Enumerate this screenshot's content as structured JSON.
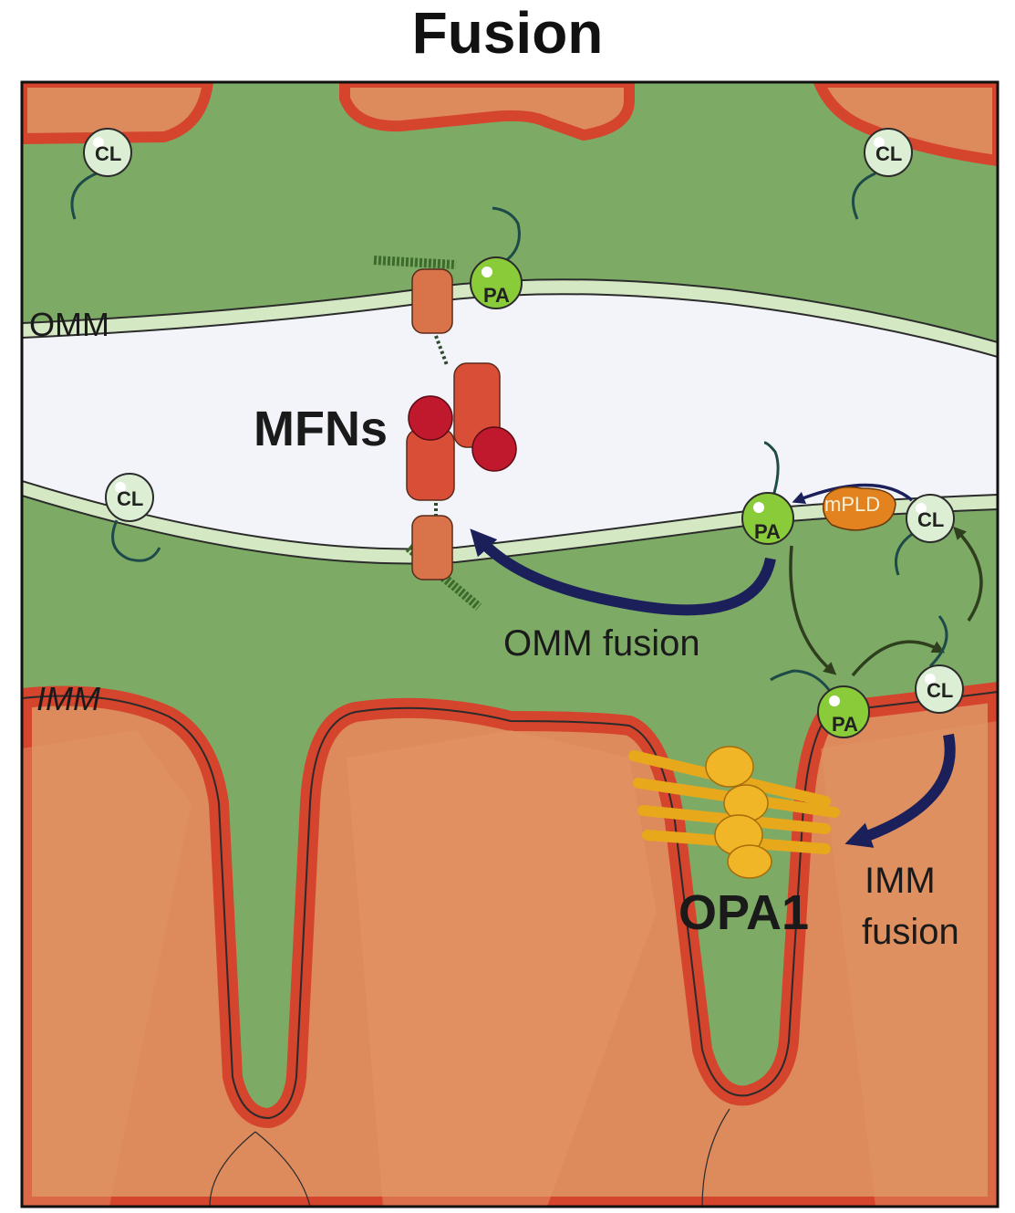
{
  "title": "Fusion",
  "labels": {
    "omm": "OMM",
    "imm": "IMM",
    "mfns": "MFNs",
    "opa1": "OPA1",
    "omm_fusion": "OMM fusion",
    "imm_fusion_line1": "IMM",
    "imm_fusion_line2": "fusion",
    "mpld": "mPLD"
  },
  "lipids": {
    "cl": "CL",
    "pa": "PA"
  },
  "colors": {
    "matrix_green": "#7dab66",
    "omm_membrane": "#d4e8c4",
    "ims_white": "#f3f4f9",
    "imm_red": "#d5442c",
    "matrix_orange": "#dd8a5c",
    "arrow_navy": "#1b1f5a",
    "arrow_dark": "#2f3f1e",
    "opa1_yellow": "#f1b628",
    "mfn_red": "#d94e36",
    "mfn_ball": "#c0192e",
    "pa_green": "#8acb3a",
    "cl_pale": "#dceed3",
    "mpld_orange": "#e28320"
  }
}
